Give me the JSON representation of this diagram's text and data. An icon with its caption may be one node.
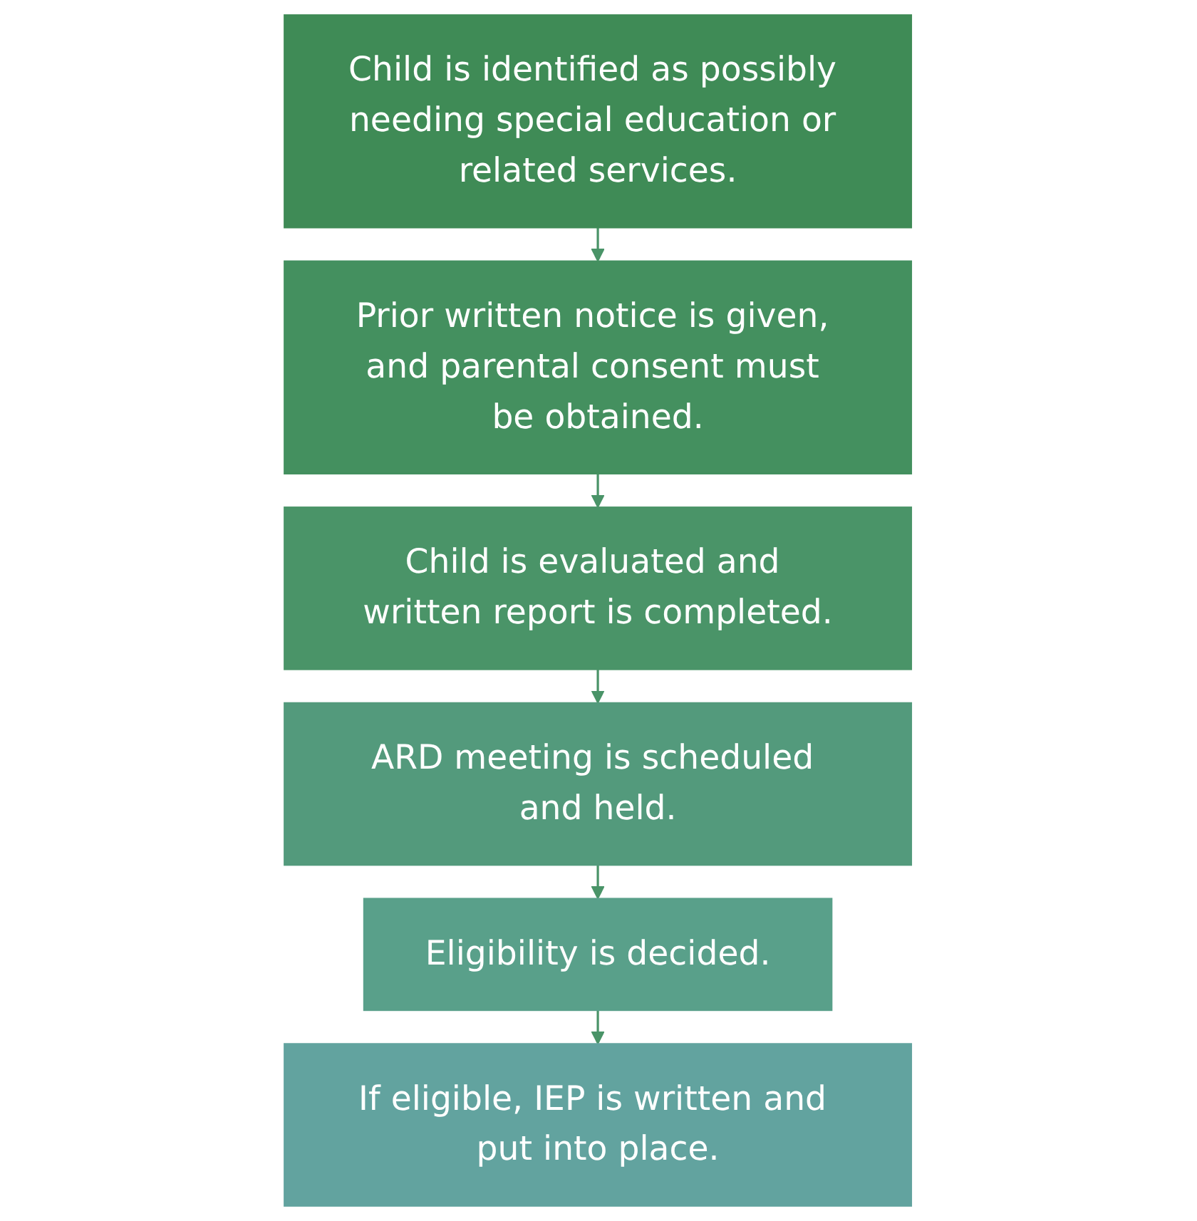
{
  "diagram": {
    "nodes": [
      {
        "text": [
          "Child is identified as possibly needing special education or related services."
        ]
      },
      {
        "text": [
          "Prior written notice is given, and parental consent must be obtained."
        ]
      },
      {
        "text": [
          "Child is evaluated and written report is completed."
        ]
      },
      {
        "text": [
          "ARD meeting is scheduled and held."
        ]
      },
      {
        "text": [
          "Eligibility is decided."
        ]
      },
      {
        "text": [
          "If eligible, IEP is written and put into place."
        ]
      }
    ],
    "edges": [
      {
        "from": 0,
        "to": 1,
        "arrow": "to"
      },
      {
        "from": 1,
        "to": 2,
        "arrow": "to"
      },
      {
        "from": 2,
        "to": 3,
        "arrow": "to"
      },
      {
        "from": 3,
        "to": 4,
        "arrow": "to"
      },
      {
        "from": 4,
        "to": 5,
        "arrow": "to"
      }
    ]
  }
}
